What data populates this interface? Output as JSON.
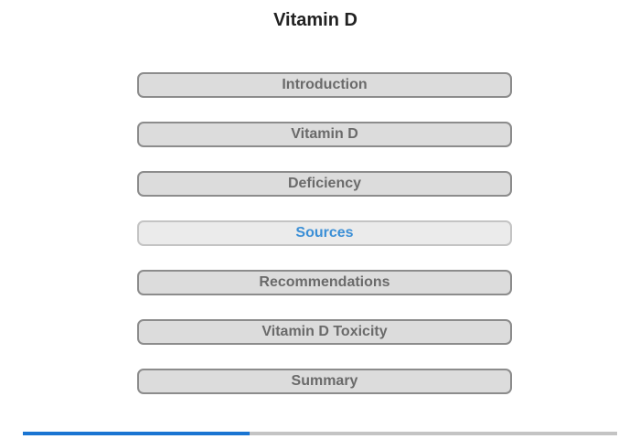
{
  "page": {
    "title": "Vitamin D"
  },
  "menu": {
    "items": [
      {
        "label": "Introduction",
        "active": false
      },
      {
        "label": "Vitamin D",
        "active": false
      },
      {
        "label": "Deficiency",
        "active": false
      },
      {
        "label": "Sources",
        "active": true
      },
      {
        "label": "Recommendations",
        "active": false
      },
      {
        "label": "Vitamin D Toxicity",
        "active": false
      },
      {
        "label": "Summary",
        "active": false
      }
    ]
  },
  "progress": {
    "fraction": 0.382
  },
  "colors": {
    "active_text": "#3b8fd6",
    "progress_fill": "#1a75d2",
    "progress_track": "#c4c4c4"
  }
}
